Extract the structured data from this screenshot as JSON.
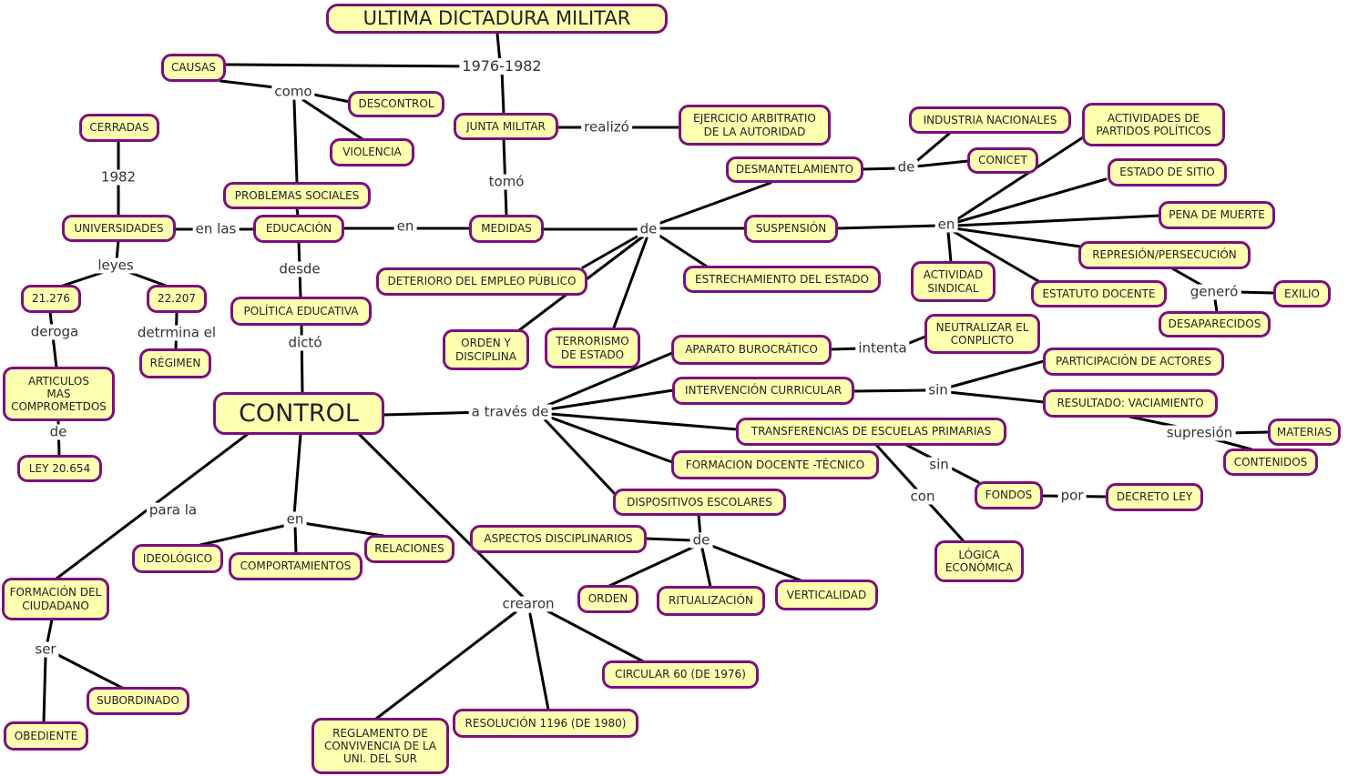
{
  "title": "ULTIMA DICTADURA MILITAR",
  "colors": {
    "node_fill": "#FFFFB0",
    "node_border": "#7D0F7D",
    "edge": "#000000",
    "background": "#FFFFFF",
    "text": "#222222"
  },
  "nodes": {
    "title": "ULTIMA DICTADURA MILITAR",
    "causas": "CAUSAS",
    "descontrol": "DESCONTROL",
    "violencia": "VIOLENCIA",
    "cerradas": "CERRADAS",
    "problemas_sociales": "PROBLEMAS SOCIALES",
    "junta_militar": "JUNTA MILITAR",
    "ejercicio_autoridad": "EJERCICIO ARBITRATIO\nDE LA AUTORIDAD",
    "industria_nacionales": "INDUSTRIA NACIONALES",
    "conicet": "CONICET",
    "actividades_partidos": "ACTIVIDADES DE\nPARTIDOS POLÍTICOS",
    "estado_de_sitio": "ESTADO DE SITIO",
    "desmantelamiento": "DESMANTELAMIENTO",
    "pena_de_muerte": "PENA DE MUERTE",
    "universidades": "UNIVERSIDADES",
    "educacion": "EDUCACIÓN",
    "medidas": "MEDIDAS",
    "suspension": "SUSPENSIÓN",
    "represion_persecucion": "REPRESIÓN/PERSECUCIÓN",
    "actividad_sindical": "ACTIVIDAD\nSINDICAL",
    "estatuto_docente": "ESTATUTO DOCENTE",
    "exilio": "EXILIO",
    "desaparecidos": "DESAPARECIDOS",
    "estrechamiento_estado": "ESTRECHAMIENTO DEL ESTADO",
    "deterioro_empleo": "DETERIORO DEL EMPLEO PÚBLICO",
    "orden_y_disciplina": "ORDEN Y\nDISCIPLINA",
    "terrorismo_de_estado": "TERRORISMO\nDE ESTADO",
    "ley_21276": "21.276",
    "ley_22207": "22.207",
    "regimen": "RÉGIMEN",
    "politica_educativa": "POLÍTICA EDUCATIVA",
    "articulos_comprometidos": "ARTICULOS\nMAS\nCOMPROMETDOS",
    "ley_20654": "LEY 20.654",
    "aparato_burocratico": "APARATO BUROCRÁTICO",
    "neutralizar_conflicto": "NEUTRALIZAR EL\nCONPLICTO",
    "participacion_actores": "PARTICIPACIÓN DE ACTORES",
    "intervencion_curricular": "INTERVENCIÓN CURRICULAR",
    "resultado_vaciamiento": "RESULTADO: VACIAMIENTO",
    "transferencias_escuelas": "TRANSFERENCIAS DE ESCUELAS PRIMARIAS",
    "materias": "MATERIAS",
    "contenidos": "CONTENIDOS",
    "control": "CONTROL",
    "formacion_docente": "FORMACION DOCENTE -TÉCNICO",
    "dispositivos_escolares": "DISPOSITIVOS ESCOLARES",
    "fondos": "FONDOS",
    "decreto_ley": "DECRETO LEY",
    "logica_economica": "LÓGICA\nECONÓMICA",
    "aspectos_disciplinarios": "ASPECTOS DISCIPLINARIOS",
    "relaciones": "RELACIONES",
    "ideologico": "IDEOLÓGICO",
    "comportamientos": "COMPORTAMIENTOS",
    "orden": "ORDEN",
    "ritualizacion": "RITUALIZACIÓN",
    "verticalidad": "VERTICALIDAD",
    "formacion_ciudadano": "FORMACIÓN DEL\nCIUDADANO",
    "subordinado": "SUBORDINADO",
    "obediente": "OBEDIENTE",
    "circular_60": "CIRCULAR 60 (DE 1976)",
    "resolucion_1196": "RESOLUCIÓN 1196 (DE 1980)",
    "reglamento_convivencia": "REGLAMENTO DE\nCONVIVENCIA DE LA\nUNI. DEL SUR"
  },
  "labels": {
    "periodo": "1976-1982",
    "como": "como",
    "realizo": "realizó",
    "tomo": "tomó",
    "de_desmantelamiento": "de",
    "en_suspension": "en",
    "genero": "generó",
    "en_las": "en las",
    "en_educacion": "en",
    "de_medidas": "de",
    "leyes": "leyes",
    "anio_1982": "1982",
    "deroga": "deroga",
    "detrmina_el": "detrmina el",
    "desde": "desde",
    "dicto": "dictó",
    "intenta": "intenta",
    "a_traves_de": "a través de",
    "sin_intervencion": "sin",
    "supresion": "supresión",
    "sin_transferencias": "sin",
    "con": "con",
    "por": "por",
    "para_la": "para la",
    "en_control": "en",
    "crearon": "crearon",
    "ser": "ser",
    "de_dispositivos": "de",
    "de_articulos": "de"
  }
}
